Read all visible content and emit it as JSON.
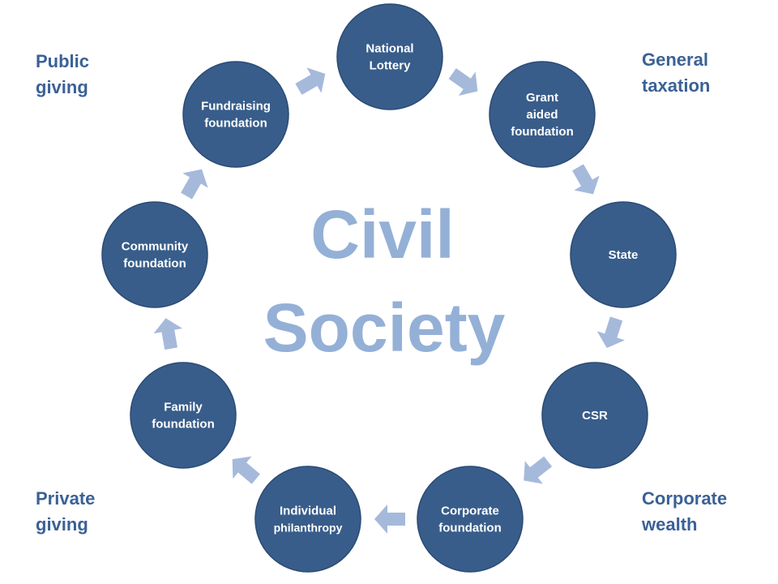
{
  "center": {
    "line1": "Civil",
    "line2": "Society"
  },
  "corners": {
    "top_left": [
      "Public",
      "giving"
    ],
    "top_right": [
      "General",
      "taxation"
    ],
    "bottom_left": [
      "Private",
      "giving"
    ],
    "bottom_right": [
      "Corporate",
      "wealth"
    ]
  },
  "nodes": [
    {
      "id": "national-lottery",
      "lines": [
        "National",
        "Lottery"
      ]
    },
    {
      "id": "grant-aided-foundation",
      "lines": [
        "Grant",
        "aided",
        "foundation"
      ]
    },
    {
      "id": "state",
      "lines": [
        "State"
      ]
    },
    {
      "id": "csr",
      "lines": [
        "CSR"
      ]
    },
    {
      "id": "corporate-foundation",
      "lines": [
        "Corporate",
        "foundation"
      ]
    },
    {
      "id": "individual-philanthropy",
      "lines": [
        "Individual",
        "philanthropy"
      ]
    },
    {
      "id": "family-foundation",
      "lines": [
        "Family",
        "foundation"
      ]
    },
    {
      "id": "community-foundation",
      "lines": [
        "Community",
        "foundation"
      ]
    },
    {
      "id": "fundraising-foundation",
      "lines": [
        "Fundraising",
        "foundation"
      ]
    }
  ],
  "colors": {
    "node_fill": "#385d8a",
    "node_stroke": "#2b4b74",
    "arrow": "#a5b9db",
    "center_text": "#94b0d6",
    "corner_text": "#3b6196"
  }
}
